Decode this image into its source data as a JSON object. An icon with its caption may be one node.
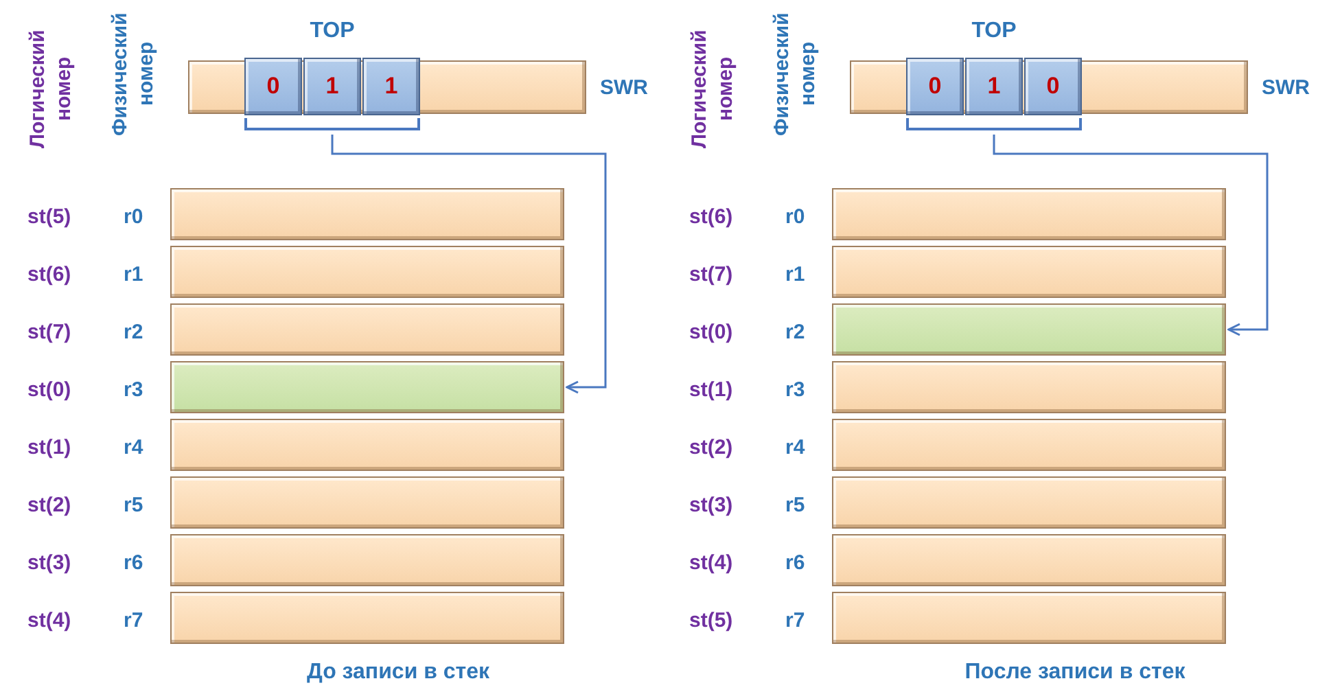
{
  "diagram": {
    "nodes": [
      {
        "text": [],
        "shape": "bar",
        "beside": [
          "SWR"
        ]
      },
      {
        "text": [
          "TOP"
        ]
      },
      {
        "text": [
          "0"
        ],
        "in": 1
      },
      {
        "text": [
          "1"
        ],
        "in": 1
      },
      {
        "text": [
          "1"
        ],
        "in": 1
      },
      {
        "text": [],
        "shape": "bar",
        "beside": [
          "st(5)",
          "r0"
        ]
      },
      {
        "text": [],
        "shape": "bar",
        "beside": [
          "st(6)",
          "r1"
        ]
      },
      {
        "text": [],
        "shape": "bar",
        "beside": [
          "st(7)",
          "r2"
        ]
      },
      {
        "text": [],
        "shape": "bar",
        "beside": [
          "st(0)",
          "r3"
        ]
      },
      {
        "text": [],
        "shape": "bar",
        "beside": [
          "st(1)",
          "r4"
        ]
      },
      {
        "text": [],
        "shape": "bar",
        "beside": [
          "st(2)",
          "r5"
        ]
      },
      {
        "text": [],
        "shape": "bar",
        "beside": [
          "st(3)",
          "r6"
        ]
      },
      {
        "text": [],
        "shape": "bar",
        "beside": [
          "st(4)",
          "r7"
        ]
      },
      {
        "text": [],
        "shape": "bar",
        "beside": [
          "SWR"
        ]
      },
      {
        "text": [
          "TOP"
        ]
      },
      {
        "text": [
          "0"
        ],
        "in": 14
      },
      {
        "text": [
          "1"
        ],
        "in": 14
      },
      {
        "text": [
          "0"
        ],
        "in": 14
      },
      {
        "text": [],
        "shape": "bar",
        "beside": [
          "st(6)",
          "r0"
        ]
      },
      {
        "text": [],
        "shape": "bar",
        "beside": [
          "st(7)",
          "r1"
        ]
      },
      {
        "text": [],
        "shape": "bar",
        "beside": [
          "st(0)",
          "r2"
        ]
      },
      {
        "text": [],
        "shape": "bar",
        "beside": [
          "st(1)",
          "r3"
        ]
      },
      {
        "text": [],
        "shape": "bar",
        "beside": [
          "st(2)",
          "r4"
        ]
      },
      {
        "text": [],
        "shape": "bar",
        "beside": [
          "st(3)",
          "r5"
        ]
      },
      {
        "text": [],
        "shape": "bar",
        "beside": [
          "st(4)",
          "r6"
        ]
      },
      {
        "text": [],
        "shape": "bar",
        "beside": [
          "st(5)",
          "r7"
        ]
      }
    ],
    "edges": [
      {
        "from": 1,
        "to": 8,
        "arrow": "to"
      },
      {
        "from": 14,
        "to": 20,
        "arrow": "to"
      }
    ],
    "labels": [
      "Логический номер",
      "Физический номер",
      "Логический номер",
      "Физический номер",
      "До записи в стек",
      "После записи в стек"
    ]
  }
}
